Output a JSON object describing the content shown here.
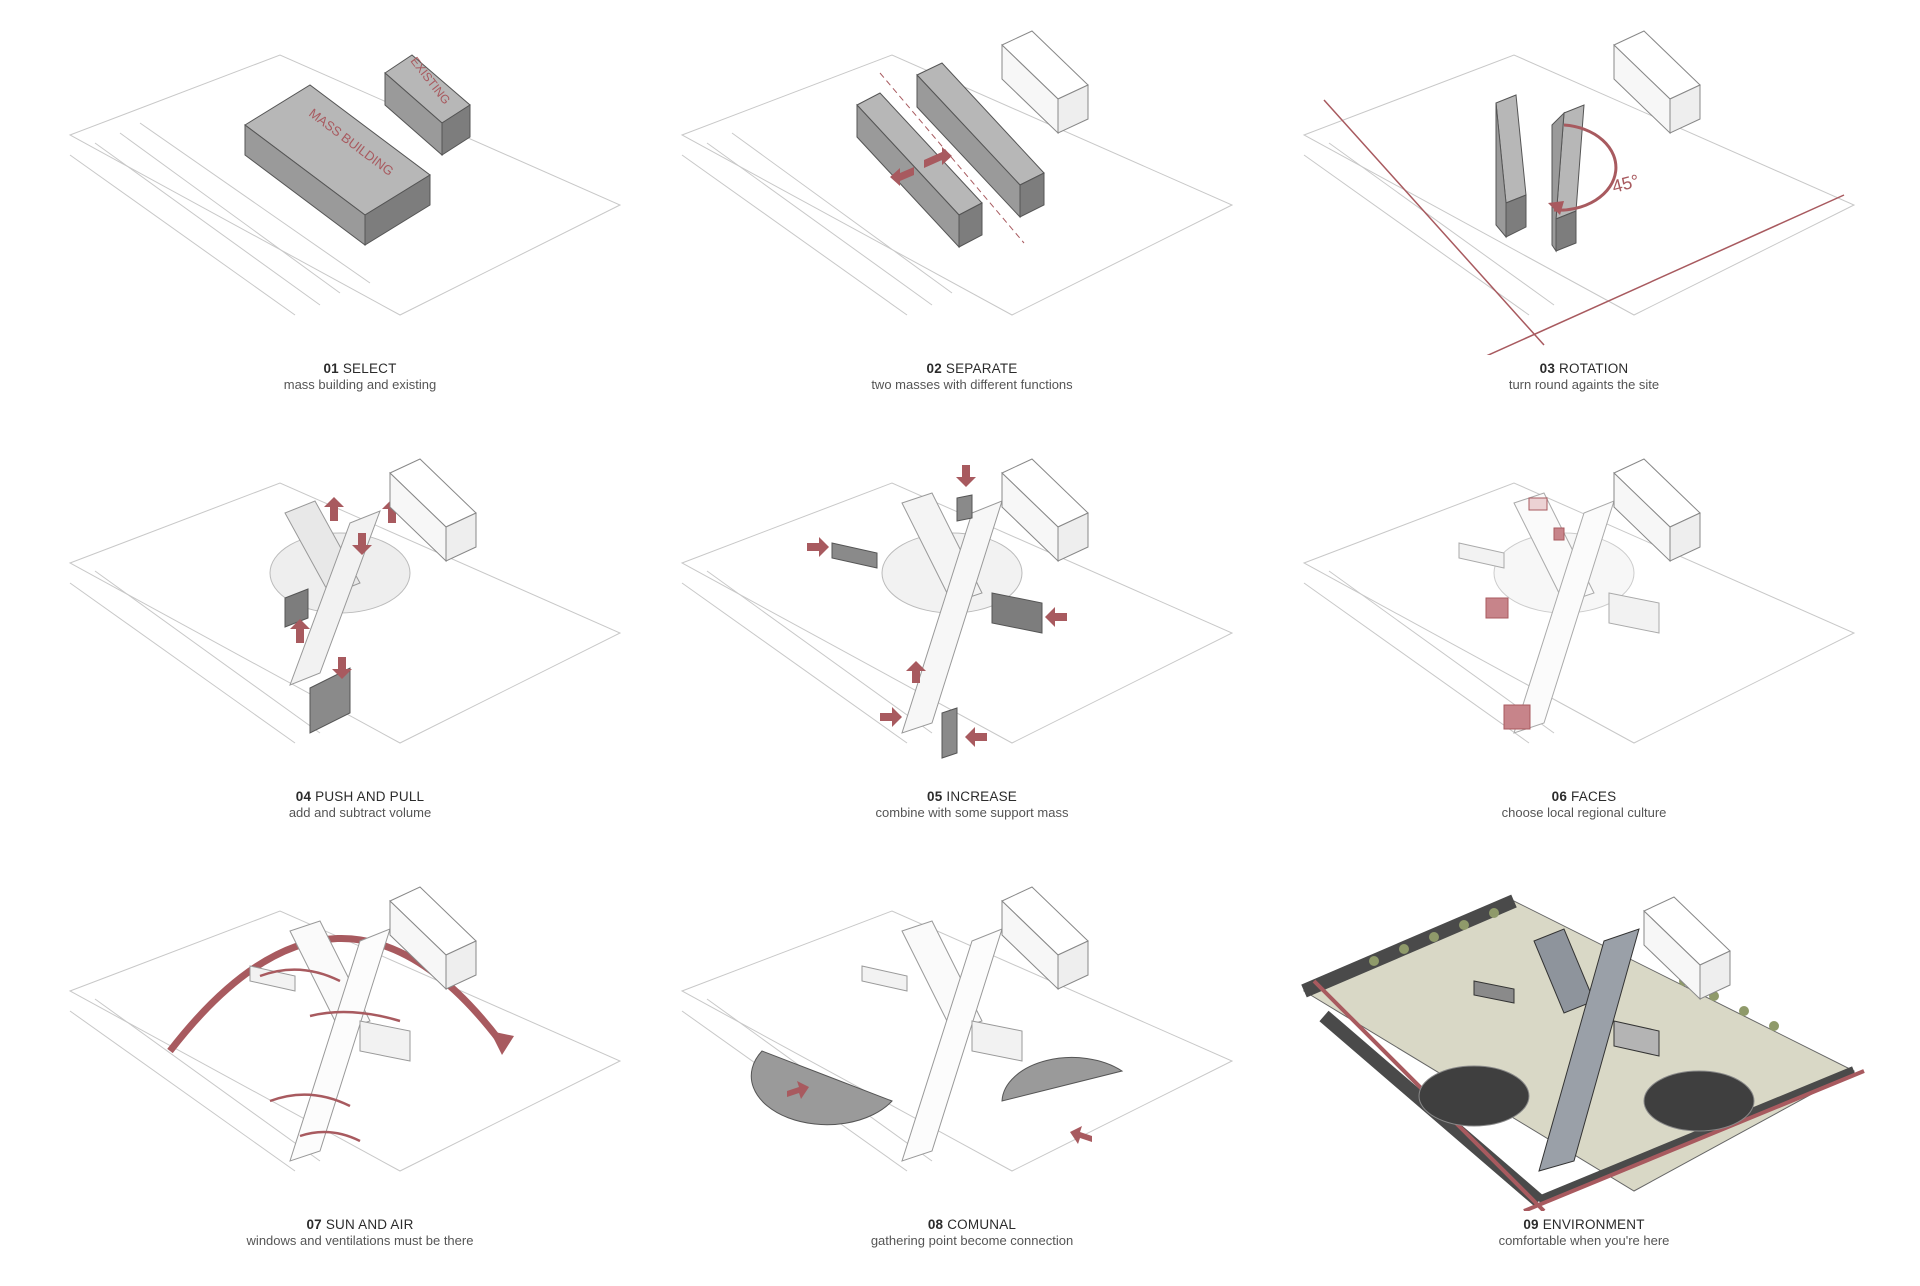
{
  "colors": {
    "accent": "#a85a5f",
    "mass": "#8a8a8a",
    "line": "#bdbdbd",
    "ground": "#c9c8b4",
    "road": "#4a4a4a"
  },
  "panels": [
    {
      "num": "01",
      "title": "SELECT",
      "subtitle": "mass building and existing",
      "labels": {
        "existing": "EXISTING",
        "mass": "MASS BUILDING"
      }
    },
    {
      "num": "02",
      "title": "SEPARATE",
      "subtitle": "two masses with different functions"
    },
    {
      "num": "03",
      "title": "ROTATION",
      "subtitle": "turn round againts the site",
      "labels": {
        "angle": "45°"
      }
    },
    {
      "num": "04",
      "title": "PUSH AND PULL",
      "subtitle": "add and subtract volume"
    },
    {
      "num": "05",
      "title": "INCREASE",
      "subtitle": "combine with some support mass"
    },
    {
      "num": "06",
      "title": "FACES",
      "subtitle": "choose local regional culture"
    },
    {
      "num": "07",
      "title": "SUN AND AIR",
      "subtitle": "windows and ventilations must be there"
    },
    {
      "num": "08",
      "title": "COMUNAL",
      "subtitle": "gathering point become connection"
    },
    {
      "num": "09",
      "title": "ENVIRONMENT",
      "subtitle": "comfortable when you're here"
    }
  ]
}
